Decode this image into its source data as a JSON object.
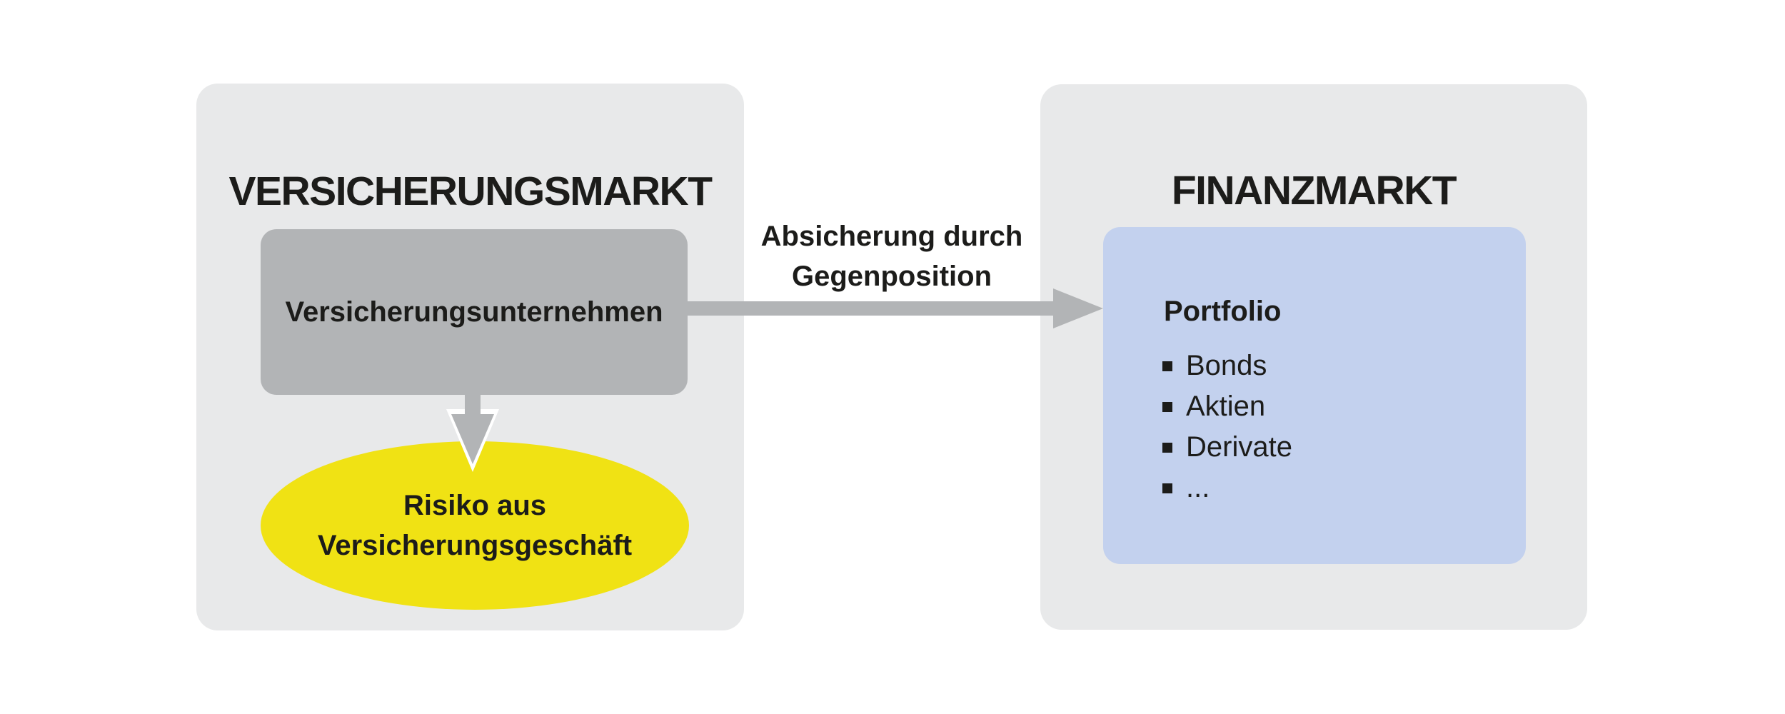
{
  "colors": {
    "panel_bg": "#e8e9ea",
    "box_gray": "#b2b4b6",
    "arrow_gray": "#b2b4b6",
    "ellipse_yellow": "#f0e214",
    "portfolio_blue": "#c3d1ee",
    "text": "#1c1c1a"
  },
  "versicherungsmarkt": {
    "title": "VERSICHERUNGSMARKT",
    "company_box_label": "Versicherungsunternehmen",
    "risk_ellipse": {
      "line1": "Risiko aus",
      "line2": "Versicherungsgeschäft"
    }
  },
  "arrow_label": {
    "line1": "Absicherung durch",
    "line2": "Gegenposition"
  },
  "finanzmarkt": {
    "title": "FINANZMARKT",
    "portfolio": {
      "heading": "Portfolio",
      "items": [
        "Bonds",
        "Aktien",
        "Derivate",
        "..."
      ]
    }
  }
}
